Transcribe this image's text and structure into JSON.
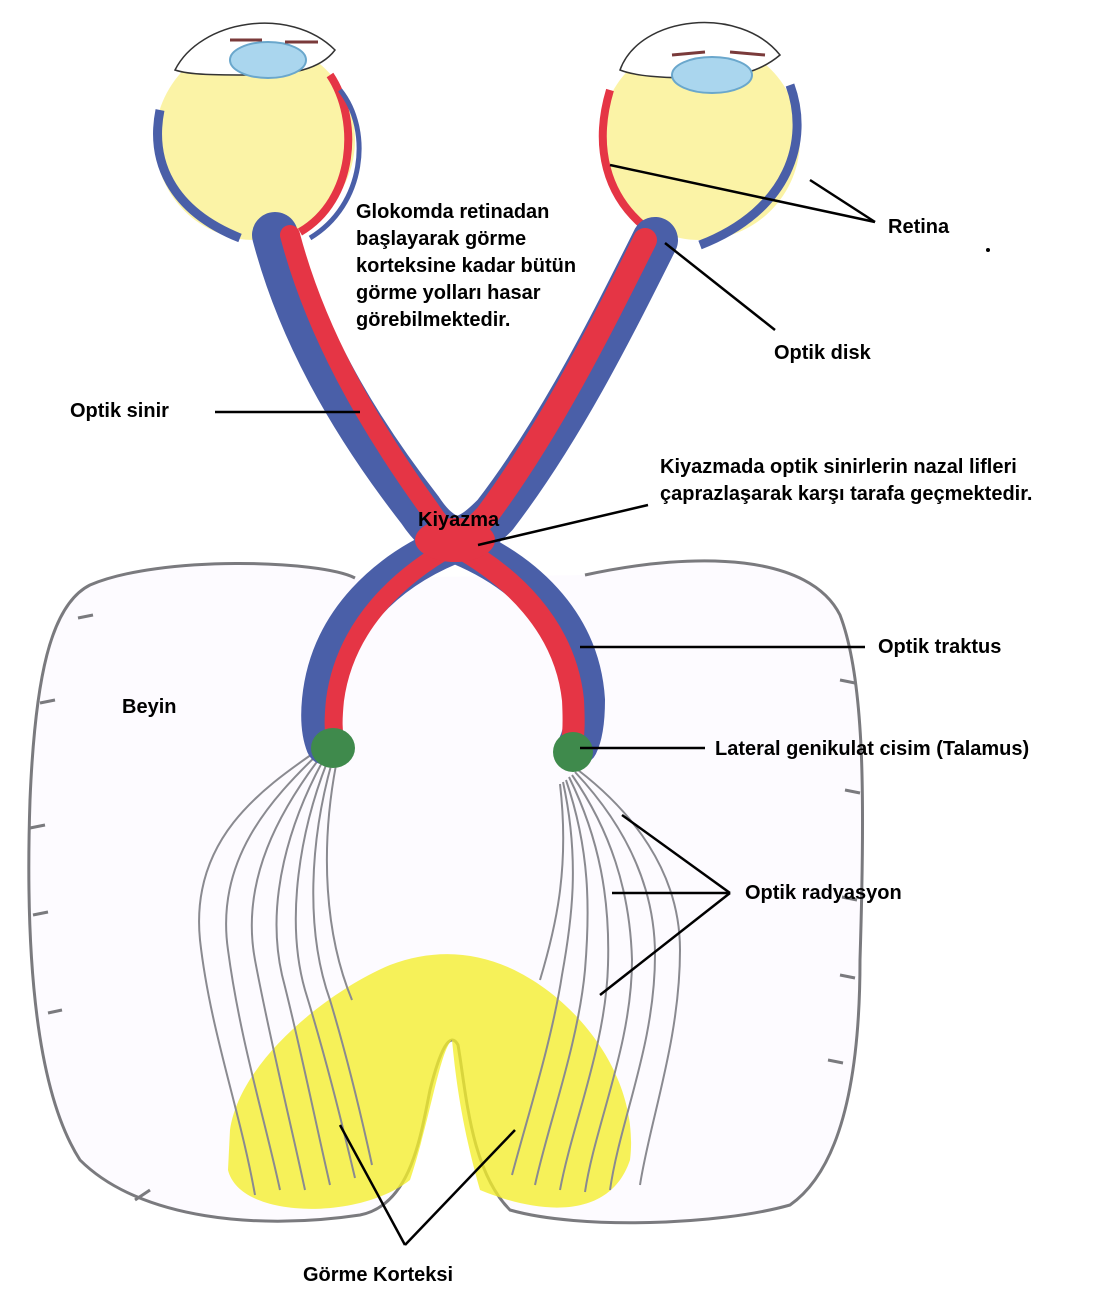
{
  "labels": {
    "retina": "Retina",
    "optik_disk": "Optik disk",
    "optik_sinir": "Optik sinir",
    "kiyazma": "Kiyazma",
    "optik_traktus": "Optik traktus",
    "beyin": "Beyin",
    "lateral_genikulat": "Lateral genikulat cisim (Talamus)",
    "optik_radyasyon": "Optik radyasyon",
    "gorme_korteksi": "Görme Korteksi"
  },
  "notes": {
    "glokom": "Glokomda retinadan başlayarak görme korteksine kadar bütün görme yolları hasar görebilmektedir.",
    "kiyazma_note": "Kiyazmada optik sinirlerin nazal lifleri çaprazlaşarak karşı tarafa geçmektedir."
  },
  "colors": {
    "eyeball": "#fbf3a6",
    "retina_red": "#e53545",
    "retina_blue": "#4a5fa8",
    "lgn_green": "#3f8a4c",
    "cortex_yellow": "#f4ee2a",
    "brain_outline": "#7a7a7e",
    "radiation_fibers": "#8a8a90",
    "cornea": "#aad6ee"
  }
}
